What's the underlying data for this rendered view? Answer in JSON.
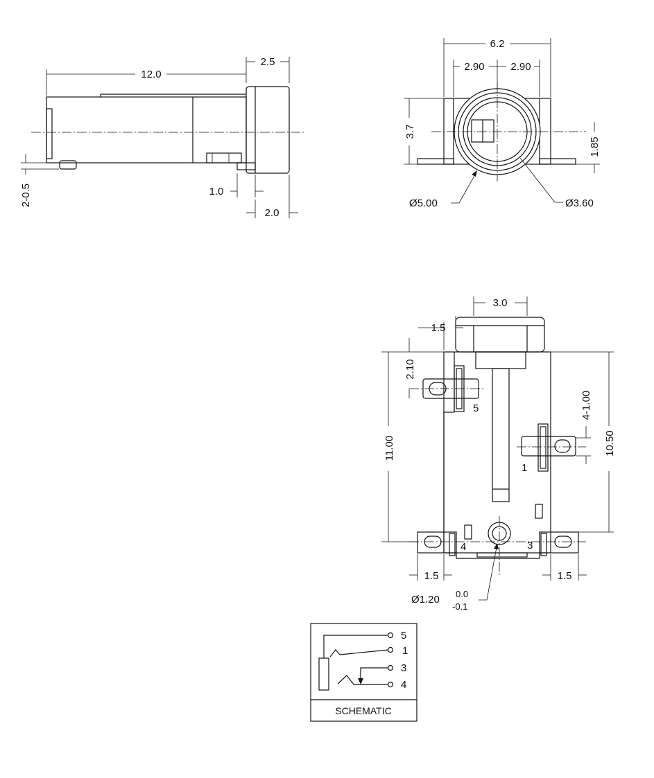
{
  "side_view": {
    "dim_length": "12.0",
    "dim_cap": "2.5",
    "dim_standoff": "2-0.5",
    "dim_pad_gap": "1.0",
    "dim_pad_width": "2.0"
  },
  "front_view": {
    "dim_width": "6.2",
    "dim_half_left": "2.90",
    "dim_half_right": "2.90",
    "dim_height": "3.7",
    "dim_center_height": "1.85",
    "dia_outer": "Ø5.00",
    "dia_inner": "Ø3.60"
  },
  "top_view": {
    "dim_cap_width": "3.0",
    "dim_cap_offset": "1.5",
    "dim_pin5_offset": "2.10",
    "dim_overall_length": "11.00",
    "dim_pin_pitch": "4-1.00",
    "dim_body_length": "10.50",
    "dim_tab_left": "1.5",
    "dim_tab_right": "1.5",
    "dia_post": "Ø1.20",
    "tol_upper": "0.0",
    "tol_lower": "-0.1",
    "pin_labels": {
      "p5": "5",
      "p1": "1",
      "p4": "4",
      "p3": "3"
    }
  },
  "schematic": {
    "title": "SCHEMATIC",
    "pins": [
      "5",
      "1",
      "3",
      "4"
    ]
  }
}
